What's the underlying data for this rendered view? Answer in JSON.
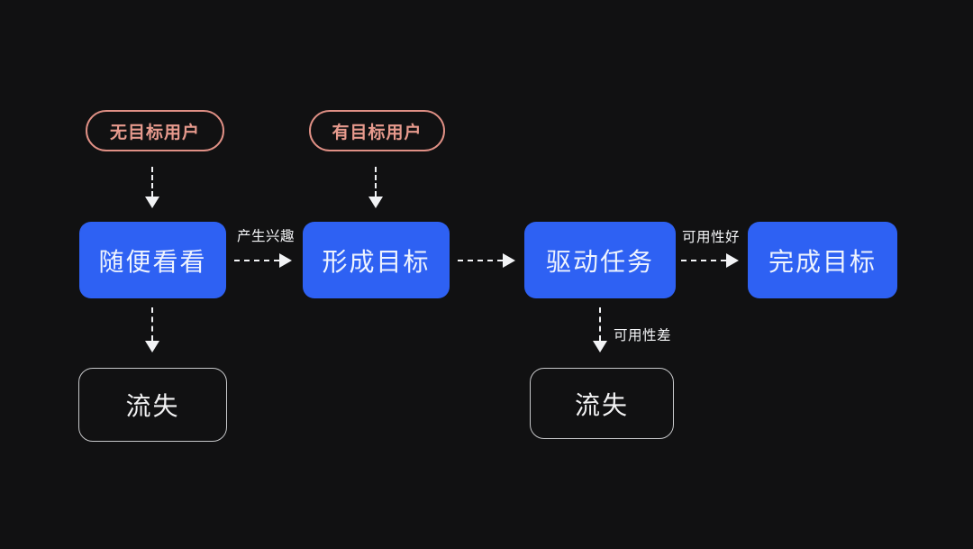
{
  "diagram": {
    "description": "User goal flow diagram on dark background",
    "colors": {
      "background": "#111112",
      "stage_fill": "#2e61f3",
      "stage_text": "#eef3fe",
      "pill_accent": "#e79a8d",
      "outline_gray": "#c7c8ca",
      "arrow_white": "#f2f3f5"
    },
    "pills": [
      {
        "label": "无目标用户"
      },
      {
        "label": "有目标用户"
      }
    ],
    "stages": [
      {
        "label": "随便看看"
      },
      {
        "label": "形成目标"
      },
      {
        "label": "驱动任务"
      },
      {
        "label": "完成目标"
      }
    ],
    "churn": [
      {
        "label": "流失"
      },
      {
        "label": "流失"
      }
    ],
    "edge_labels": {
      "interest": "产生兴趣",
      "usability_good": "可用性好",
      "usability_bad": "可用性差"
    }
  }
}
